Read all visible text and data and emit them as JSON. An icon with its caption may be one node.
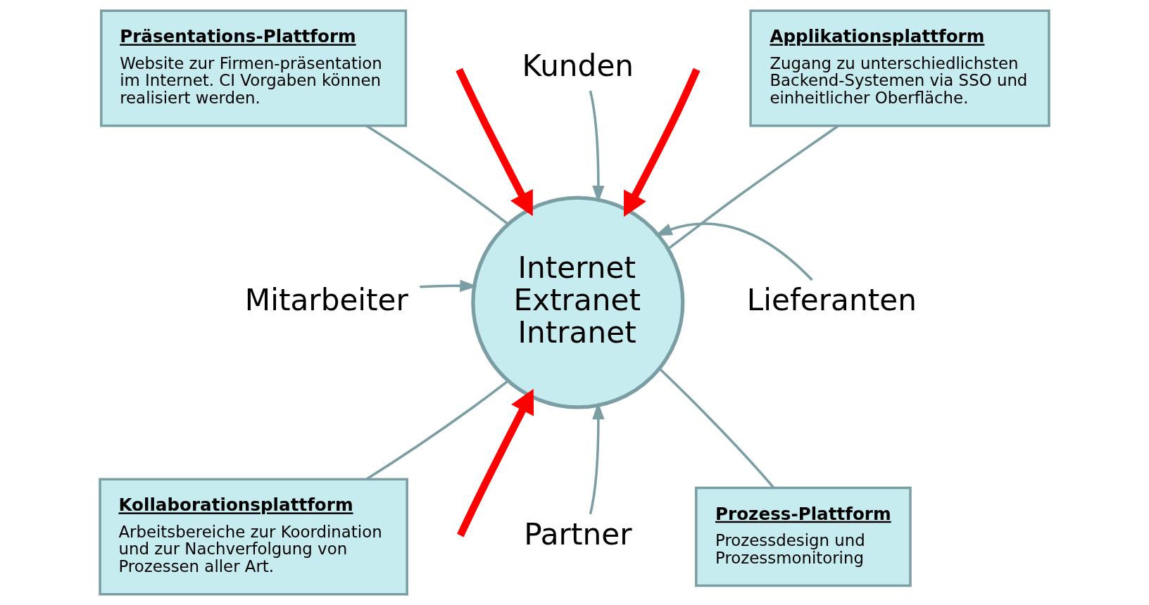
{
  "diagram": {
    "nodes": [
      {
        "text": [
          "Präsentations-Plattform",
          "Website zur Firmen-präsentation im Internet. CI Vorgaben können realisiert werden."
        ]
      },
      {
        "text": [
          "Kunden"
        ]
      },
      {
        "text": [
          "Applikationsplattform",
          "Zugang zu unterschiedlichsten Backend-Systemen via SSO und einheitlicher Oberfläche."
        ]
      },
      {
        "text": [
          "Mitarbeiter"
        ]
      },
      {
        "text": [
          "Internet Extranet Intranet"
        ]
      },
      {
        "text": [
          "Lieferanten"
        ]
      },
      {
        "text": [
          "Kollaborationsplattform",
          "Arbeitsbereiche zur Koordination und zur Nachverfolgung von Prozessen aller Art."
        ]
      },
      {
        "text": [
          "Partner"
        ]
      },
      {
        "text": [
          "Prozess-Plattform",
          "Prozessdesign und Prozessmonitoring"
        ]
      }
    ],
    "edges": [
      {
        "from": 1,
        "to": 4,
        "arrow": "to"
      },
      {
        "from": 3,
        "to": 4,
        "arrow": "to"
      },
      {
        "from": 5,
        "to": 4,
        "arrow": "to"
      },
      {
        "from": 7,
        "to": 4,
        "arrow": "to"
      },
      {
        "from": 0,
        "to": 4,
        "arrow": "none"
      },
      {
        "from": 2,
        "to": 4,
        "arrow": "none"
      },
      {
        "from": 6,
        "to": 4,
        "arrow": "none"
      },
      {
        "from": 8,
        "to": 4,
        "arrow": "none"
      },
      {
        "from": null,
        "to": 4,
        "arrow": "to",
        "style": "thick",
        "color": "#ff0000"
      },
      {
        "from": null,
        "to": 4,
        "arrow": "to",
        "style": "thick",
        "color": "#ff0000"
      },
      {
        "from": null,
        "to": 4,
        "arrow": "to",
        "style": "thick",
        "color": "#ff0000"
      }
    ]
  }
}
